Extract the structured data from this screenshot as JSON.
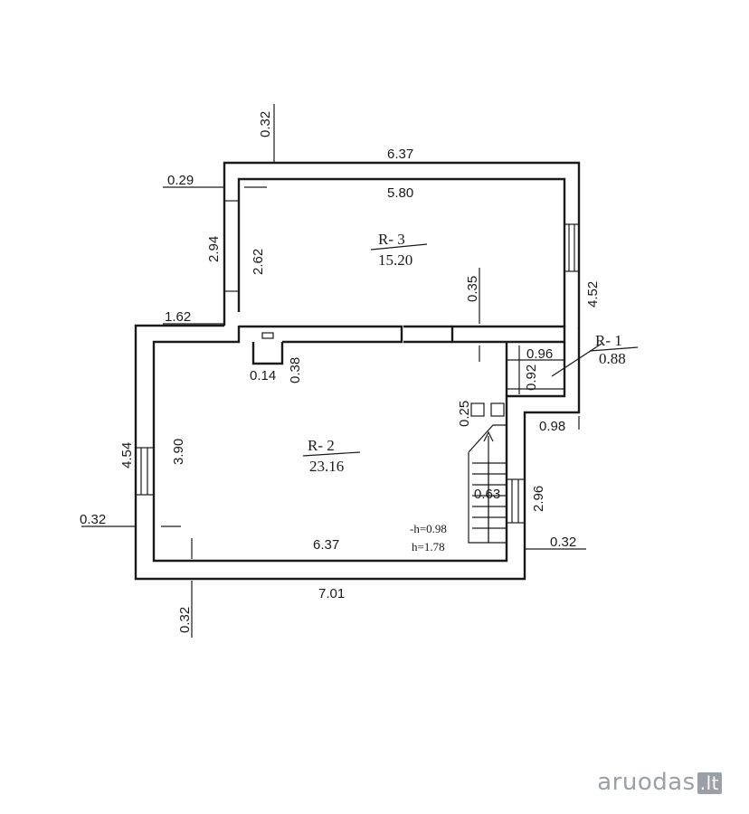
{
  "rooms": {
    "r3": {
      "label": "R- 3",
      "area": "15.20"
    },
    "r2": {
      "label": "R- 2",
      "area": "23.16"
    },
    "r1": {
      "label": "R- 1",
      "area": "0.88"
    }
  },
  "dims": {
    "top_outer": "6.37",
    "top_inner": "5.80",
    "wall_top": "0.32",
    "wall_left_top": "0.29",
    "r3_left_outer": "2.94",
    "r3_left_inner": "2.62",
    "r3_right": "4.52",
    "door_r3": "0.35",
    "left_step": "1.62",
    "chimney_w": "0.14",
    "chimney_d": "0.38",
    "r1_w": "0.96",
    "r1_d": "0.92",
    "stair_top": "0.25",
    "stair_side": "0.98",
    "stair_w": "0.63",
    "right_lower": "2.96",
    "left_outer": "4.54",
    "left_inner": "3.90",
    "wall_left_bottom": "0.32",
    "wall_right_bottom": "0.32",
    "bottom_inner": "6.37",
    "bottom_outer": "7.01",
    "wall_bottom": "0.32",
    "height_low": "-h=0.98",
    "height_high": "h=1.78"
  },
  "watermark": {
    "text": "aruodas",
    "suffix": ".lt"
  }
}
